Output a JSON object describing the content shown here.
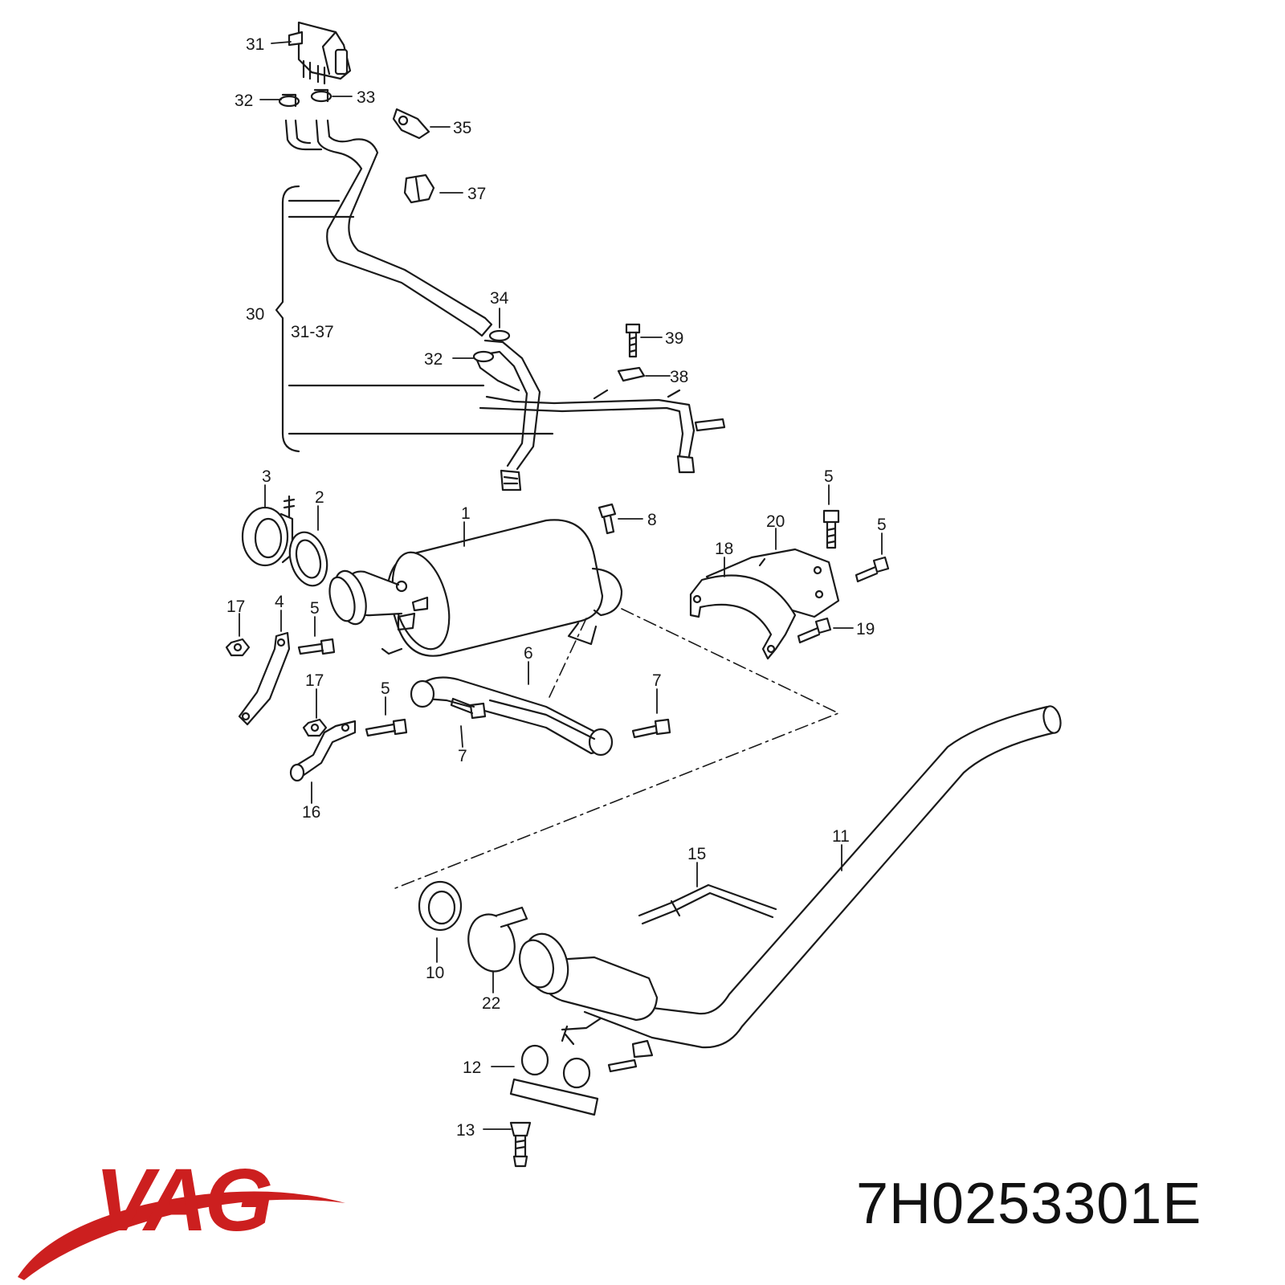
{
  "diagram": {
    "callouts": [
      {
        "id": "31",
        "label": "31"
      },
      {
        "id": "32a",
        "label": "32"
      },
      {
        "id": "33",
        "label": "33"
      },
      {
        "id": "35",
        "label": "35"
      },
      {
        "id": "37",
        "label": "37"
      },
      {
        "id": "30",
        "label": "30"
      },
      {
        "id": "range",
        "label": "31-37"
      },
      {
        "id": "34",
        "label": "34"
      },
      {
        "id": "32b",
        "label": "32"
      },
      {
        "id": "39",
        "label": "39"
      },
      {
        "id": "38",
        "label": "38"
      },
      {
        "id": "3",
        "label": "3"
      },
      {
        "id": "2",
        "label": "2"
      },
      {
        "id": "1",
        "label": "1"
      },
      {
        "id": "8",
        "label": "8"
      },
      {
        "id": "5a",
        "label": "5"
      },
      {
        "id": "20",
        "label": "20"
      },
      {
        "id": "5b",
        "label": "5"
      },
      {
        "id": "18",
        "label": "18"
      },
      {
        "id": "17a",
        "label": "17"
      },
      {
        "id": "4",
        "label": "4"
      },
      {
        "id": "5c",
        "label": "5"
      },
      {
        "id": "19",
        "label": "19"
      },
      {
        "id": "6",
        "label": "6"
      },
      {
        "id": "17b",
        "label": "17"
      },
      {
        "id": "5d",
        "label": "5"
      },
      {
        "id": "7a",
        "label": "7"
      },
      {
        "id": "7b",
        "label": "7"
      },
      {
        "id": "16",
        "label": "16"
      },
      {
        "id": "15",
        "label": "15"
      },
      {
        "id": "11",
        "label": "11"
      },
      {
        "id": "10",
        "label": "10"
      },
      {
        "id": "22",
        "label": "22"
      },
      {
        "id": "12",
        "label": "12"
      },
      {
        "id": "13",
        "label": "13"
      }
    ]
  },
  "brand": {
    "logo_text": "VAG",
    "logo_color": "#cc1f1f",
    "part_number": "7H0253301E"
  },
  "colors": {
    "line": "#1a1a1a",
    "fill": "#ffffff"
  }
}
